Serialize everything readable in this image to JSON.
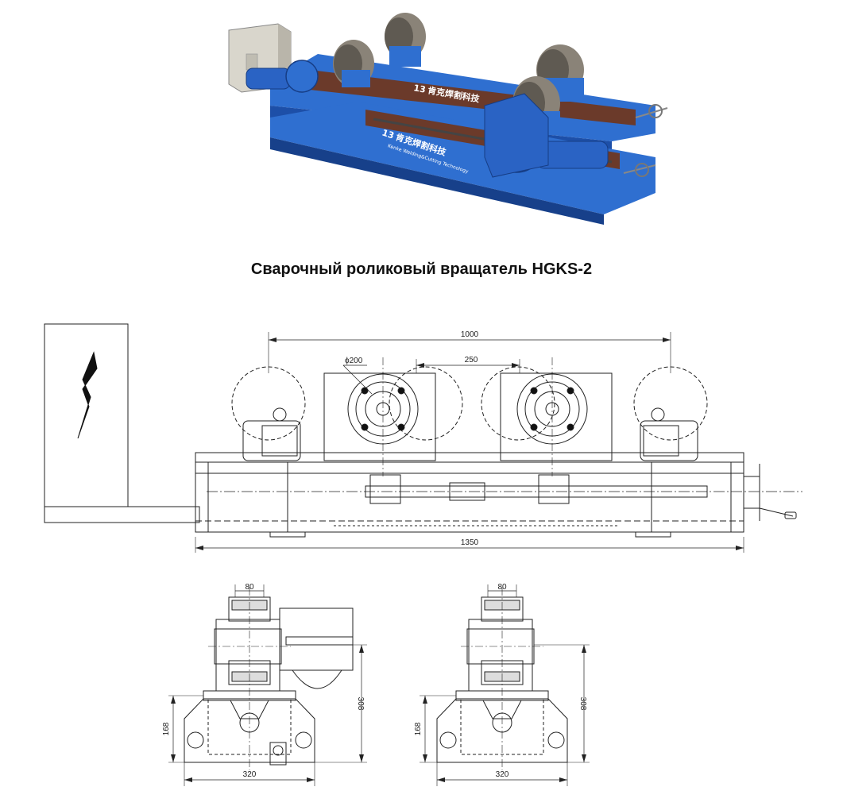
{
  "title": "Сварочный роликовый вращатель HGKS-2",
  "photo": {
    "logo_text": "肯克焊割科技",
    "logo_mark": "13",
    "logo_sub": "Kenke Welding&Cutting Technology",
    "colors": {
      "frame": "#2f6fd0",
      "frame_dark": "#1d4fa8",
      "roller": "#8a8378",
      "rail": "#6b3a2a",
      "box": "#d9d6cc"
    }
  },
  "dimensions": {
    "side_view": {
      "overall_length": "1350",
      "roller_spacing": "1000",
      "wheel_spacing": "250",
      "wheel_diameter": "ϕ200"
    },
    "end_view_left": {
      "width": "320",
      "height": "308",
      "base_height": "168",
      "wheel_width": "80"
    },
    "end_view_right": {
      "width": "320",
      "height": "308",
      "base_height": "168",
      "wheel_width": "80"
    }
  }
}
